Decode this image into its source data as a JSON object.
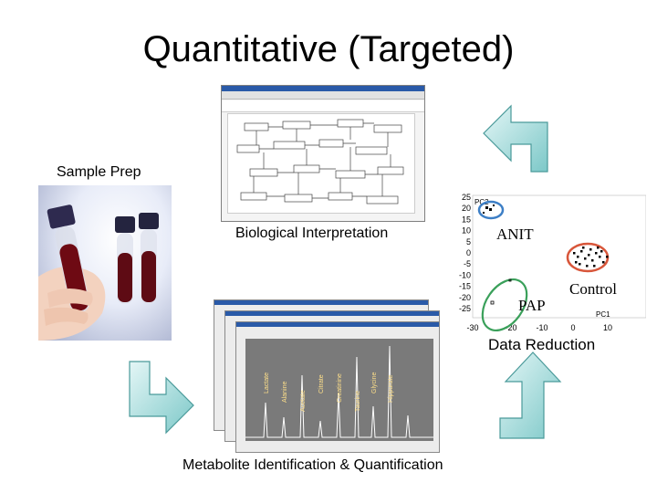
{
  "title": "Quantitative (Targeted)",
  "labels": {
    "sample_prep": "Sample Prep",
    "biological_interpretation": "Biological Interpretation",
    "data_reduction": "Data Reduction",
    "metabolite_identification": "Metabolite Identification & Quantification"
  },
  "scatter": {
    "y_ticks": [
      "25",
      "20",
      "15",
      "10",
      "5",
      "0",
      "-5",
      "-10",
      "-15",
      "-20",
      "-25"
    ],
    "x_ticks": [
      "-30",
      "-20",
      "-10",
      "0",
      "10"
    ],
    "pc2_label": "PC2",
    "pc1_label": "PC1",
    "groups": [
      "ANIT",
      "PAP",
      "Control"
    ],
    "colors": {
      "anit": "#3d7fc6",
      "pap": "#3aa05a",
      "control": "#d8563a"
    }
  },
  "chromatogram_peak_labels": [
    "Lactate",
    "Alanine",
    "Acetate",
    "Citrate",
    "Creatinine",
    "Taurine",
    "Glycine",
    "Hippurate"
  ]
}
